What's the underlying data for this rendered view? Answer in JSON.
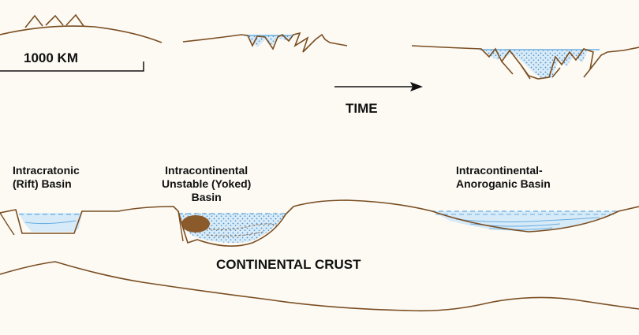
{
  "colors": {
    "crust_line": "#7a4e22",
    "water": "#6aaee0",
    "water_fill": "#cfe6f6",
    "sediment_dots": "#5a96c8",
    "sediment_dark": "#7a5230",
    "ink": "#111111"
  },
  "scale_bar": {
    "label": "1000 KM"
  },
  "time_arrow": {
    "label": "TIME"
  },
  "basins": [
    {
      "lines": [
        "Intracratonic",
        "(Rift) Basin"
      ]
    },
    {
      "lines": [
        "Intracontinental",
        "Unstable (Yoked)",
        "Basin"
      ]
    },
    {
      "lines": [
        "Intracontinental-",
        "Anoroganic Basin"
      ]
    }
  ],
  "crust_label": "CONTINENTAL CRUST"
}
